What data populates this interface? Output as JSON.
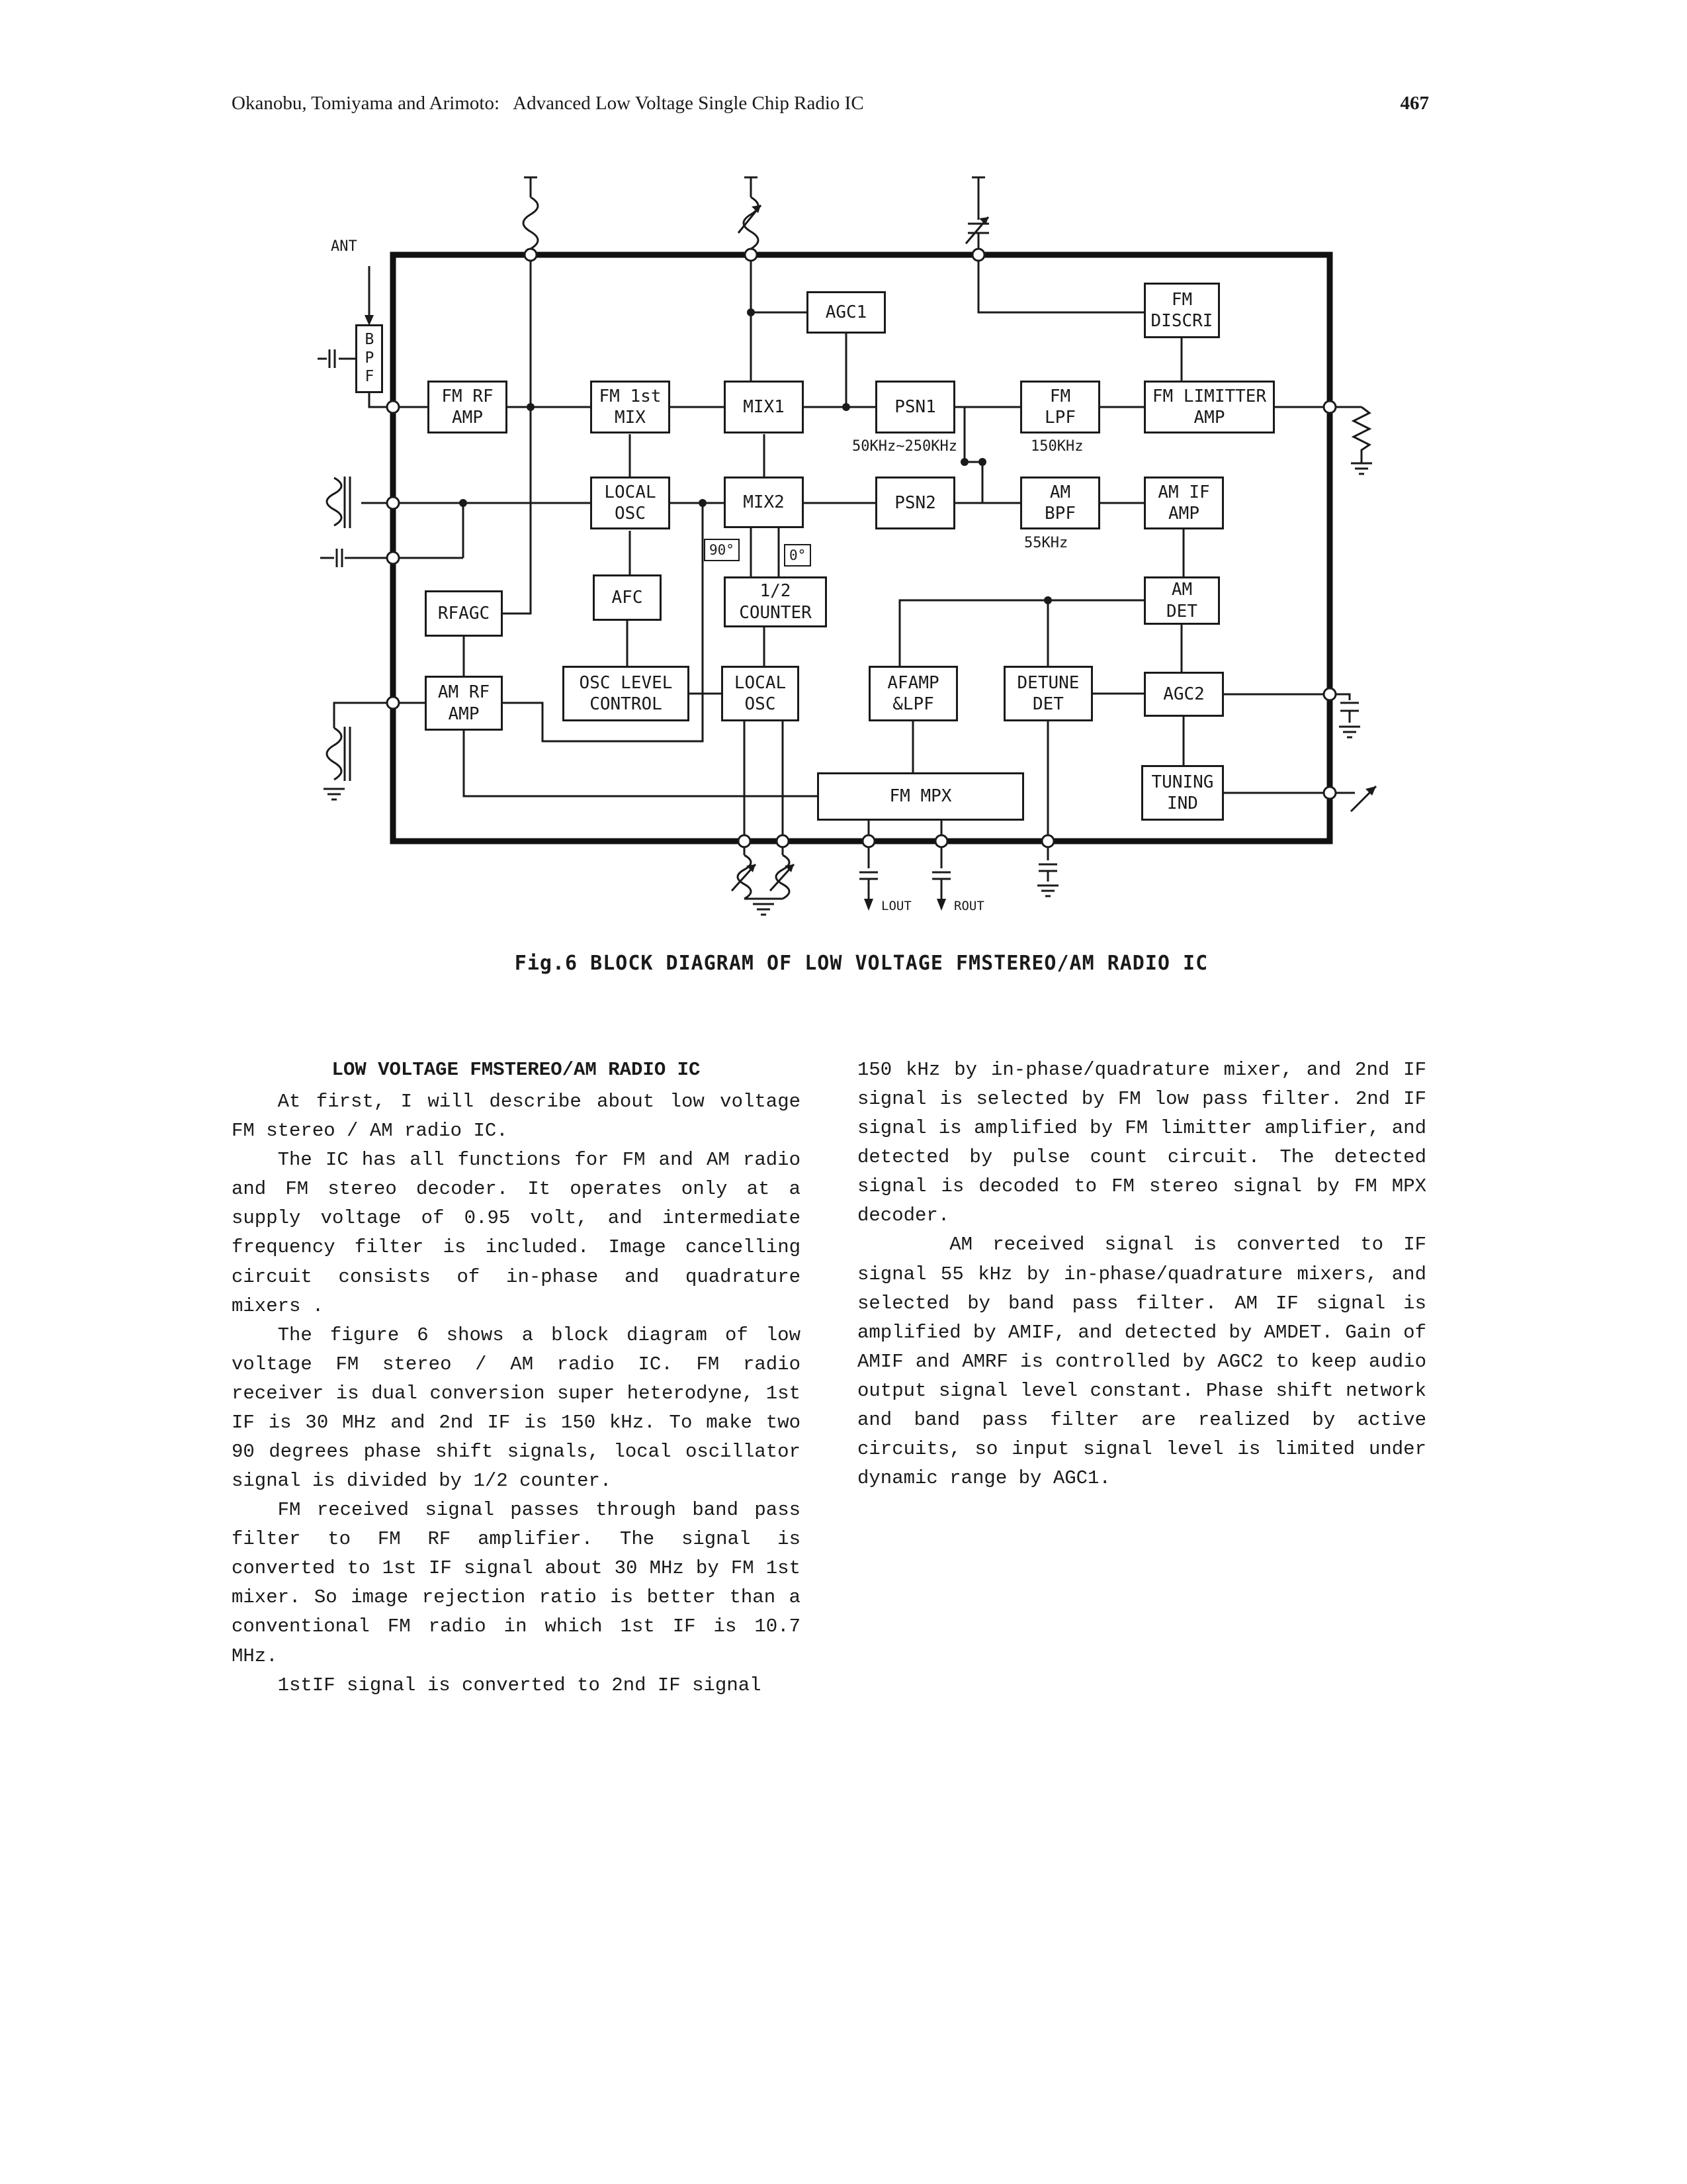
{
  "header": {
    "citation": "Okanobu, Tomiyama and Arimoto:   Advanced Low Voltage Single Chip Radio IC",
    "page_number": "467"
  },
  "figure": {
    "caption": "Fig.6 BLOCK DIAGRAM OF LOW VOLTAGE FMSTEREO/AM RADIO IC",
    "blocks": {
      "agc1": "AGC1",
      "fm_discri": "FM\nDISCRI",
      "bpf": "BPF",
      "fm_rf_amp": "FM RF\nAMP",
      "fm_1st_mix": "FM 1st\nMIX",
      "mix1": "MIX1",
      "psn1": "PSN1",
      "fm_lpf": "FM\nLPF",
      "fm_limitter_amp": "FM LIMITTER\nAMP",
      "local_osc": "LOCAL\nOSC",
      "mix2": "MIX2",
      "psn2": "PSN2",
      "am_bpf": "AM\nBPF",
      "am_if_amp": "AM IF\nAMP",
      "afc": "AFC",
      "half_counter": "1/2\nCOUNTER",
      "am_det": "AM\nDET",
      "rfagc": "RFAGC",
      "am_rf_amp": "AM RF\nAMP",
      "osc_level_control": "OSC LEVEL\nCONTROL",
      "local_osc2": "LOCAL\nOSC",
      "afamp_lpf": "AFAMP\n&LPF",
      "detune_det": "DETUNE\nDET",
      "agc2": "AGC2",
      "tuning_ind": "TUNING\nIND",
      "fm_mpx": "FM MPX"
    },
    "labels": {
      "ant": "ANT",
      "psn_band": "50KHz~250KHz",
      "lpf_freq": "150KHz",
      "bpf_freq": "55KHz",
      "deg90": "90°",
      "deg0": "0°",
      "lout": "LOUT",
      "rout": "ROUT"
    }
  },
  "article": {
    "section_title": "LOW VOLTAGE FMSTEREO/AM RADIO IC",
    "left": [
      "At first, I will describe about low voltage FM stereo / AM radio IC.",
      "The IC has all functions for FM and AM radio and FM stereo decoder. It operates only at a supply voltage of 0.95 volt, and intermediate frequency filter is included. Image cancelling circuit consists of in-phase and quadrature mixers .",
      "The figure 6 shows a block diagram of low voltage FM stereo / AM radio IC. FM radio receiver is dual conversion super heterodyne, 1st IF is 30 MHz and 2nd IF is 150 kHz. To make two 90 degrees phase shift signals, local oscillator signal is divided by 1/2 counter.",
      "FM received signal passes through band pass filter to FM RF amplifier. The signal is converted to 1st IF signal about 30 MHz by FM 1st mixer. So image rejection ratio is better than a conventional FM radio in which 1st IF is 10.7 MHz.",
      "1stIF signal is converted to 2nd IF signal"
    ],
    "right": [
      "150 kHz by in-phase/quadrature mixer, and 2nd IF signal is selected by FM low pass filter. 2nd IF signal is amplified by FM limitter amplifier, and detected by pulse count circuit. The detected signal is decoded to FM stereo signal by FM MPX decoder.",
      "AM received signal is converted to IF signal 55 kHz by in-phase/quadrature mixers, and selected by band pass filter. AM IF signal is amplified by AMIF, and detected by AMDET. Gain of AMIF and AMRF is controlled by AGC2 to keep audio output signal level constant. Phase shift network and band pass filter are realized by active circuits, so input signal level is limited under dynamic range by AGC1."
    ]
  }
}
